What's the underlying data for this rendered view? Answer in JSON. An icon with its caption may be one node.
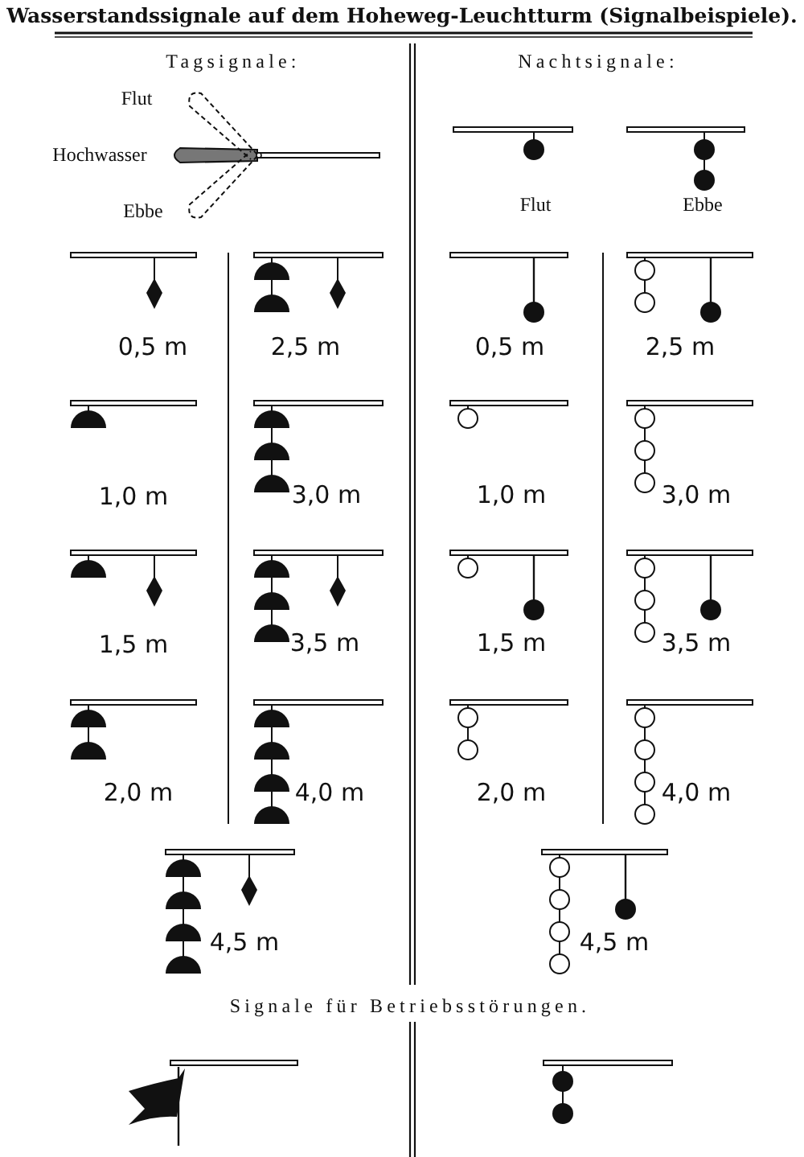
{
  "diagram": {
    "title": "Wasserstandssignale auf dem Hoheweg-Leuchtturm (Signalbeispiele).",
    "labels": [
      "Tagsignale:",
      "Nachtsignale:",
      "Flut",
      "Hochwasser",
      "Ebbe",
      "Flut",
      "Ebbe",
      "0,5 m",
      "2,5 m",
      "0,5 m",
      "2,5 m",
      "1,0 m",
      "3,0 m",
      "1,0 m",
      "3,0 m",
      "1,5 m",
      "3,5 m",
      "1,5 m",
      "3,5 m",
      "2,0 m",
      "4,0 m",
      "2,0 m",
      "4,0 m",
      "4,5 m",
      "4,5 m",
      "Signale für Betriebsstörungen."
    ]
  }
}
